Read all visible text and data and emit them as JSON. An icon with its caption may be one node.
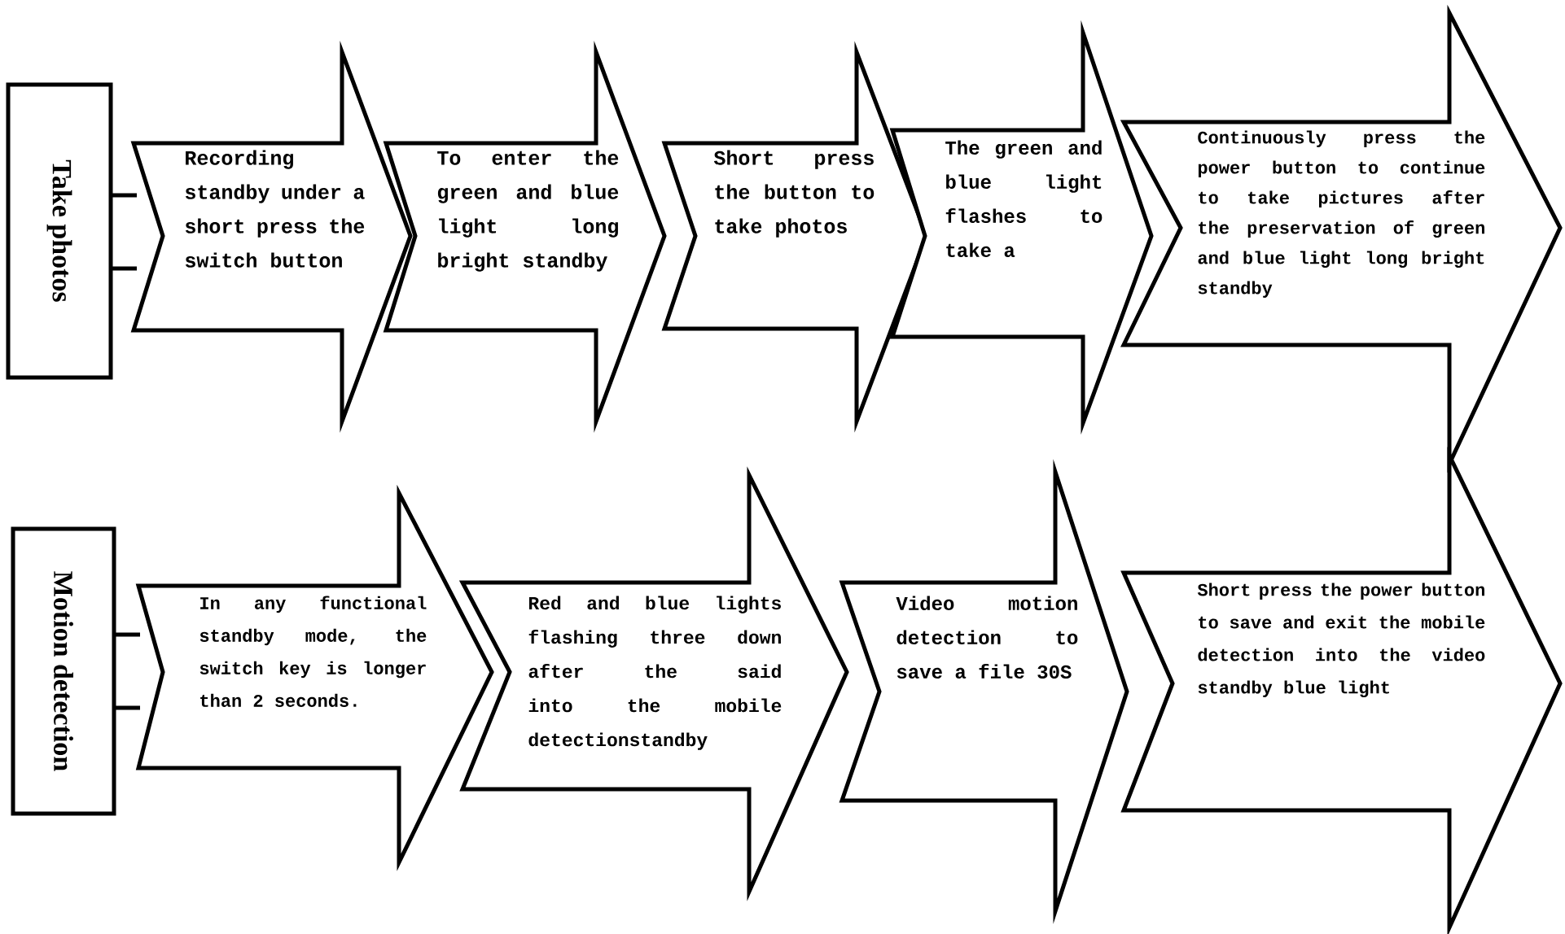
{
  "diagram": {
    "nodes": [
      {
        "text": [
          "Take photos"
        ]
      },
      {
        "text": [
          "Recording standby under a short press the switch button"
        ]
      },
      {
        "text": [
          "To enter the green and blue light long bright standby"
        ]
      },
      {
        "text": [
          "Short press the button to take photos"
        ]
      },
      {
        "text": [
          "The green and blue light flashes to take a"
        ]
      },
      {
        "text": [
          "Continuously press the power button to continue to take pictures after the preservation of green and blue light long bright standby"
        ]
      },
      {
        "text": [
          "Motion detection"
        ]
      },
      {
        "text": [
          "In any functional standby mode, the switch key is longer than 2 seconds."
        ]
      },
      {
        "text": [
          "Red and blue lights flashing three down after the said into the mobile detectionstandby"
        ]
      },
      {
        "text": [
          "Video motion detection to save a file 30S"
        ]
      },
      {
        "text": [
          "Short press the power button to save and exit the mobile detection into the video standby blue light"
        ]
      }
    ]
  }
}
